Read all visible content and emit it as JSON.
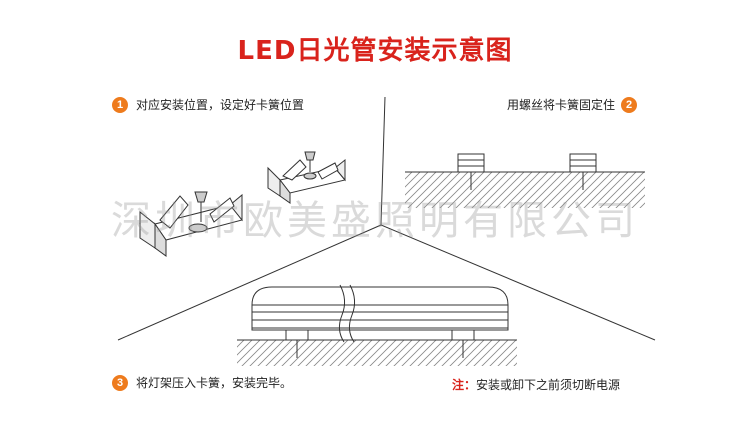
{
  "title": "LED日光管安装示意图",
  "steps": [
    {
      "number": "1",
      "text": "对应安装位置，设定好卡簧位置"
    },
    {
      "number": "2",
      "text": "用螺丝将卡簧固定住"
    },
    {
      "number": "3",
      "text": "将灯架压入卡簧，安装完毕。"
    }
  ],
  "note": {
    "label": "注：",
    "text": "安装或卸下之前须切断电源"
  },
  "watermark": "深圳市欧美盛照明有限公司",
  "colors": {
    "title": "#d9231c",
    "badge": "#ee7b1d",
    "note_label": "#d9231c"
  }
}
